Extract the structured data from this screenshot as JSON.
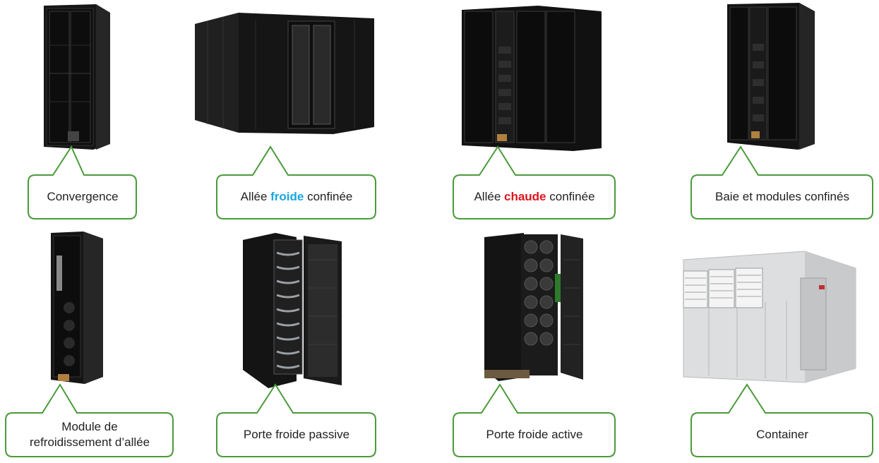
{
  "colors": {
    "callout_border": "#4a9a3a",
    "highlight_cold": "#1aa6e0",
    "highlight_hot": "#e0141c",
    "rack": "#1b1b1b",
    "container": "#dcdedf"
  },
  "products": [
    {
      "name": "Convergence",
      "parts": [
        "Convergence"
      ]
    },
    {
      "name": "Allée froide confinée",
      "parts": [
        "Allée ",
        "froide",
        " confinée"
      ]
    },
    {
      "name": "Allée chaude confinée",
      "parts": [
        "Allée ",
        "chaude",
        " confinée"
      ]
    },
    {
      "name": "Baie et modules confinés",
      "parts": [
        "Baie et modules confinés"
      ]
    },
    {
      "name": "Module de refroidissement d'allée",
      "lines": [
        "Module de",
        "refroidissement d’allée"
      ]
    },
    {
      "name": "Porte froide passive",
      "parts": [
        "Porte froide passive"
      ]
    },
    {
      "name": "Porte froide active",
      "parts": [
        "Porte froide active"
      ]
    },
    {
      "name": "Container",
      "parts": [
        "Container"
      ]
    }
  ]
}
